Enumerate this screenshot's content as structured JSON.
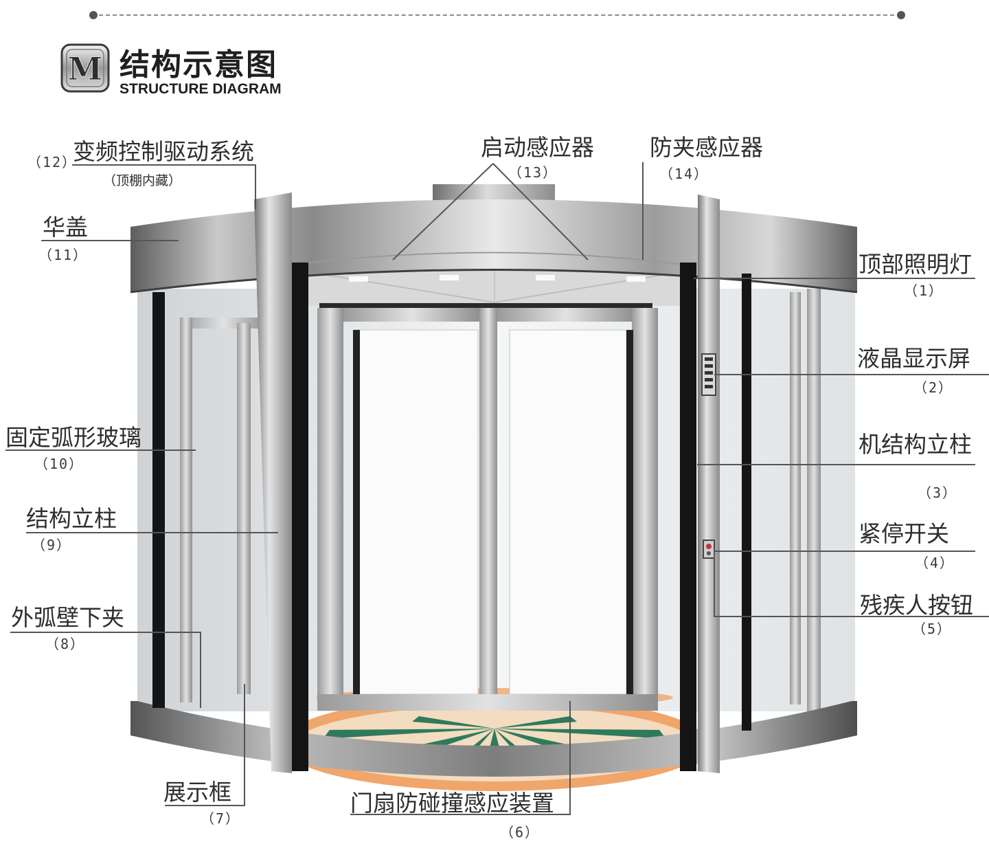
{
  "header": {
    "title": "结构示意图",
    "subtitle": "STRUCTURE DIAGRAM",
    "logo_letter": "M"
  },
  "callouts": [
    {
      "id": "c1",
      "label": "顶部照明灯",
      "number": "（1）"
    },
    {
      "id": "c2",
      "label": "液晶显示屏",
      "number": "（2）"
    },
    {
      "id": "c3",
      "label": "机结构立柱",
      "number": "（3）"
    },
    {
      "id": "c4",
      "label": "紧停开关",
      "number": "（4）"
    },
    {
      "id": "c5",
      "label": "残疾人按钮",
      "number": "（5）"
    },
    {
      "id": "c6",
      "label": "门扇防碰撞感应装置",
      "number": "（6）"
    },
    {
      "id": "c7",
      "label": "展示框",
      "number": "（7）"
    },
    {
      "id": "c8",
      "label": "外弧壁下夹",
      "number": "（8）"
    },
    {
      "id": "c9",
      "label": "结构立柱",
      "number": "（9）"
    },
    {
      "id": "c10",
      "label": "固定弧形玻璃",
      "number": "（10）"
    },
    {
      "id": "c11",
      "label": "华盖",
      "number": "（11）"
    },
    {
      "id": "c12",
      "label": "变频控制驱动系统",
      "number": "（12）",
      "note": "（顶棚内藏）"
    },
    {
      "id": "c13",
      "label": "启动感应器",
      "number": "（13）"
    },
    {
      "id": "c14",
      "label": "防夹感应器",
      "number": "（14）"
    }
  ],
  "colors": {
    "steel_dark": "#6e6e6e",
    "steel_light": "#e6e6e6",
    "post_black": "#141414",
    "glass": "#eef1f3",
    "floor_orange": "#f0a66a",
    "floor_green": "#2f7a5c",
    "floor_cream": "#f3dcc0",
    "leader_line": "#555555"
  }
}
